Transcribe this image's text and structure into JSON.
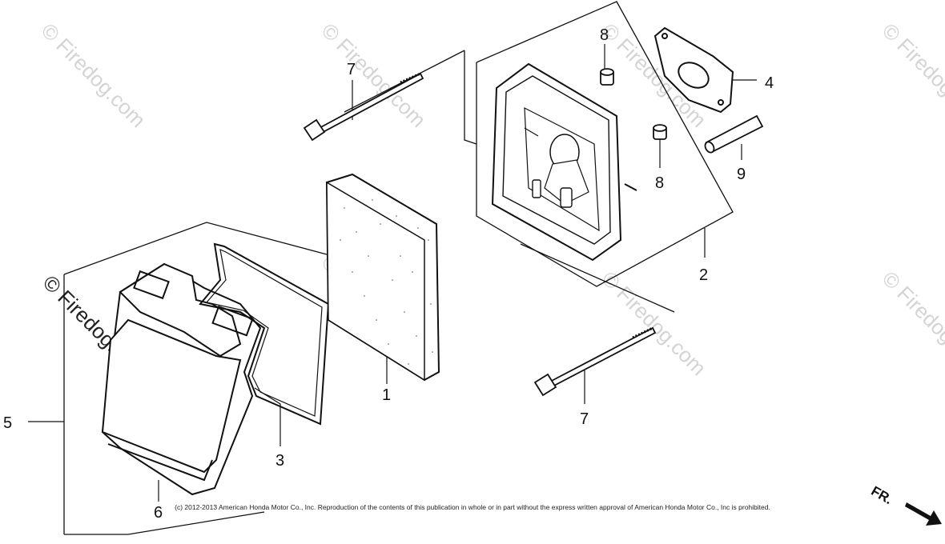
{
  "watermark": {
    "text": "© Firedog.com"
  },
  "callouts": {
    "c1": "1",
    "c2": "2",
    "c3": "3",
    "c4": "4",
    "c5": "5",
    "c6": "6",
    "c7_top": "7",
    "c7_bottom": "7",
    "c8_top": "8",
    "c8_bottom": "8",
    "c9": "9"
  },
  "copyright": "(c) 2012-2013 American Honda Motor Co., Inc. Reproduction of the contents of this publication in whole or in part without the express written approval of American Honda Motor Co., Inc is prohibited.",
  "direction": {
    "label": "FR."
  }
}
